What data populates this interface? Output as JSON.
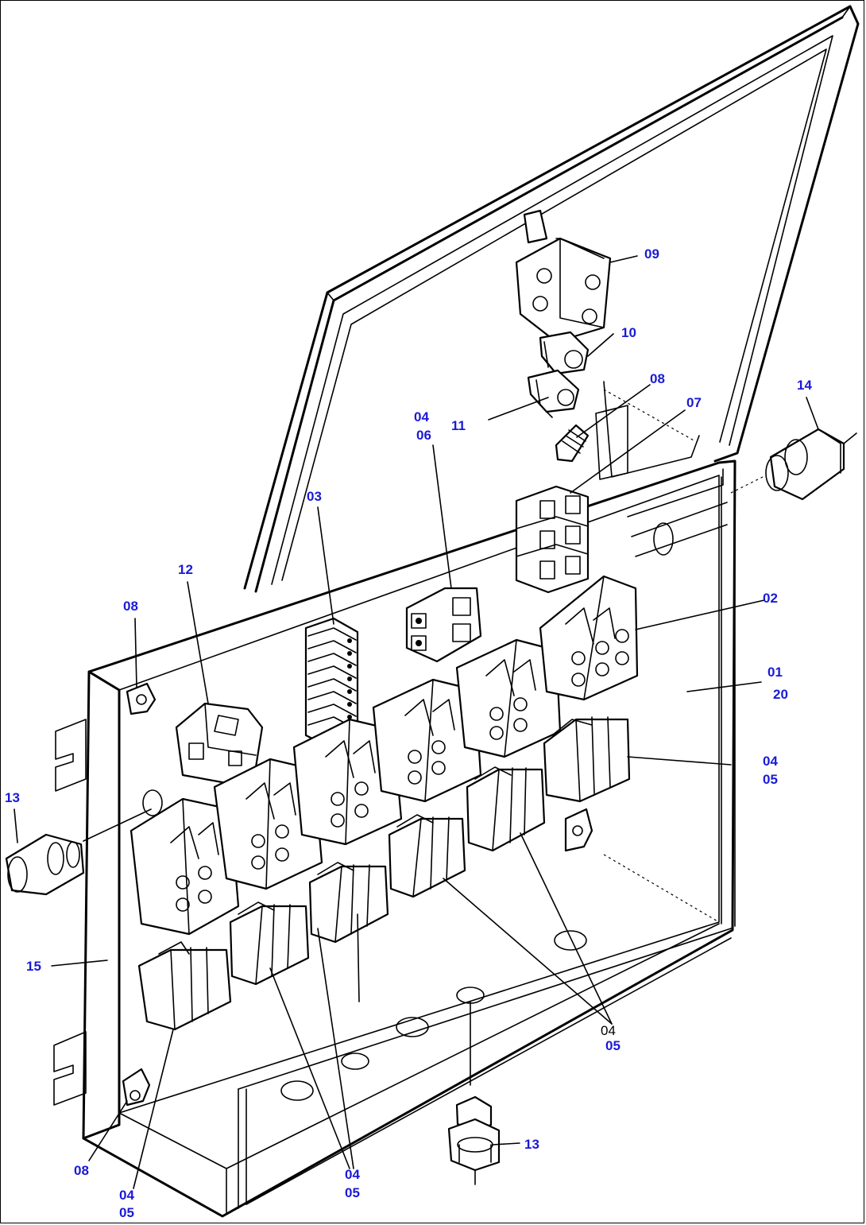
{
  "diagram": {
    "type": "exploded-parts-view",
    "callout_color": "#1a1ad6",
    "callouts": {
      "c09": "09",
      "c10": "10",
      "c11": "11",
      "c04_top": "04",
      "c06": "06",
      "c08_top": "08",
      "c07": "07",
      "c14": "14",
      "c03": "03",
      "c12": "12",
      "c08_left": "08",
      "c02": "02",
      "c01": "01",
      "c20": "20",
      "c04_right": "04",
      "c05_right": "05",
      "c13_left": "13",
      "c15": "15",
      "c04_mid": "04",
      "c05_mid": "05",
      "c13_bottom": "13",
      "c08_bottom": "08",
      "c04_bl": "04",
      "c05_bl": "05",
      "c04_bc": "04",
      "c05_bc": "05"
    }
  }
}
